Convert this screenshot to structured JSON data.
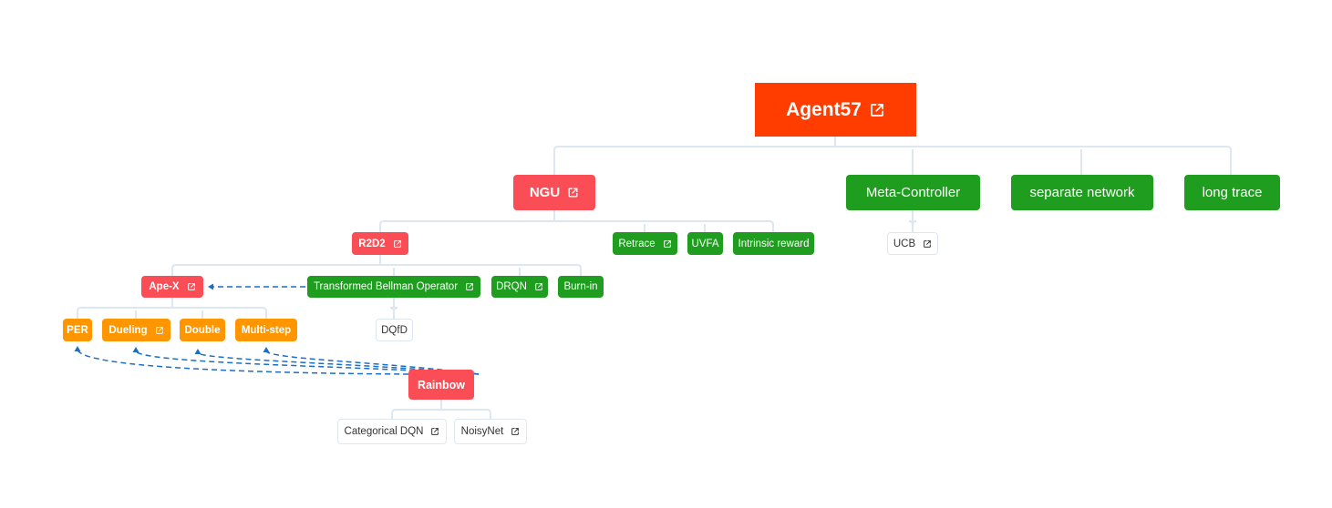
{
  "mindmap": {
    "root": {
      "label": "Agent57",
      "link_icon": "external-link-icon"
    },
    "ngu": {
      "label": "NGU",
      "link_icon": "external-link-icon"
    },
    "meta_controller": {
      "label": "Meta-Controller"
    },
    "separate_network": {
      "label": "separate network"
    },
    "long_trace": {
      "label": "long trace"
    },
    "ucb": {
      "label": "UCB",
      "link_icon": "external-link-icon"
    },
    "r2d2": {
      "label": "R2D2",
      "link_icon": "external-link-icon"
    },
    "retrace": {
      "label": "Retrace",
      "link_icon": "external-link-icon"
    },
    "uvfa": {
      "label": "UVFA"
    },
    "intrinsic_reward": {
      "label": "Intrinsic reward"
    },
    "apex": {
      "label": "Ape-X",
      "link_icon": "external-link-icon"
    },
    "tbo": {
      "label": "Transformed Bellman Operator",
      "link_icon": "external-link-icon"
    },
    "drqn": {
      "label": "DRQN",
      "link_icon": "external-link-icon"
    },
    "burn_in": {
      "label": "Burn-in"
    },
    "dqfd": {
      "label": "DQfD"
    },
    "per": {
      "label": "PER"
    },
    "dueling": {
      "label": "Dueling",
      "link_icon": "external-link-icon"
    },
    "double": {
      "label": "Double"
    },
    "multi_step": {
      "label": "Multi-step"
    },
    "rainbow": {
      "label": "Rainbow"
    },
    "categorical_dqn": {
      "label": "Categorical DQN",
      "link_icon": "external-link-icon"
    },
    "noisynet": {
      "label": "NoisyNet",
      "link_icon": "external-link-icon"
    }
  },
  "colors": {
    "root": "#ff3d00",
    "red": "#fb4d55",
    "green": "#1f9d1f",
    "orange": "#ff9600",
    "connector": "#dde7f0",
    "relation": "#1a6fc4"
  }
}
